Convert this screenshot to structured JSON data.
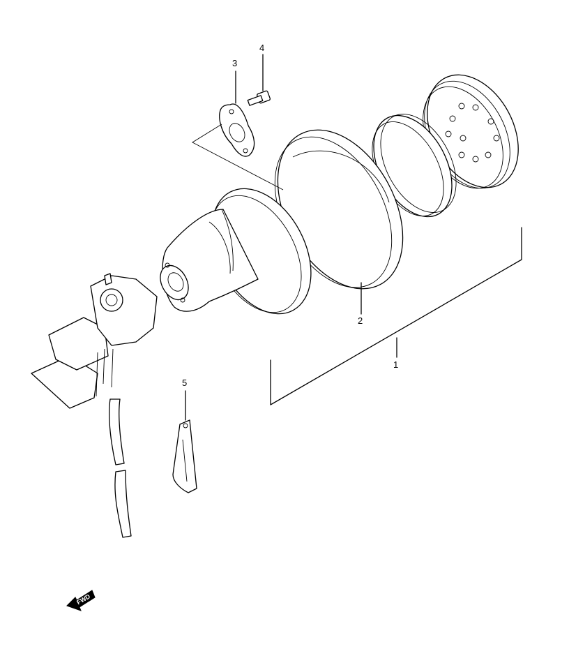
{
  "callouts": [
    {
      "id": "1",
      "label": "1"
    },
    {
      "id": "2",
      "label": "2"
    },
    {
      "id": "3",
      "label": "3"
    },
    {
      "id": "4",
      "label": "4"
    },
    {
      "id": "5",
      "label": "5"
    }
  ],
  "fwd": {
    "label": "FWD",
    "icon": "fwd-arrow-icon"
  }
}
